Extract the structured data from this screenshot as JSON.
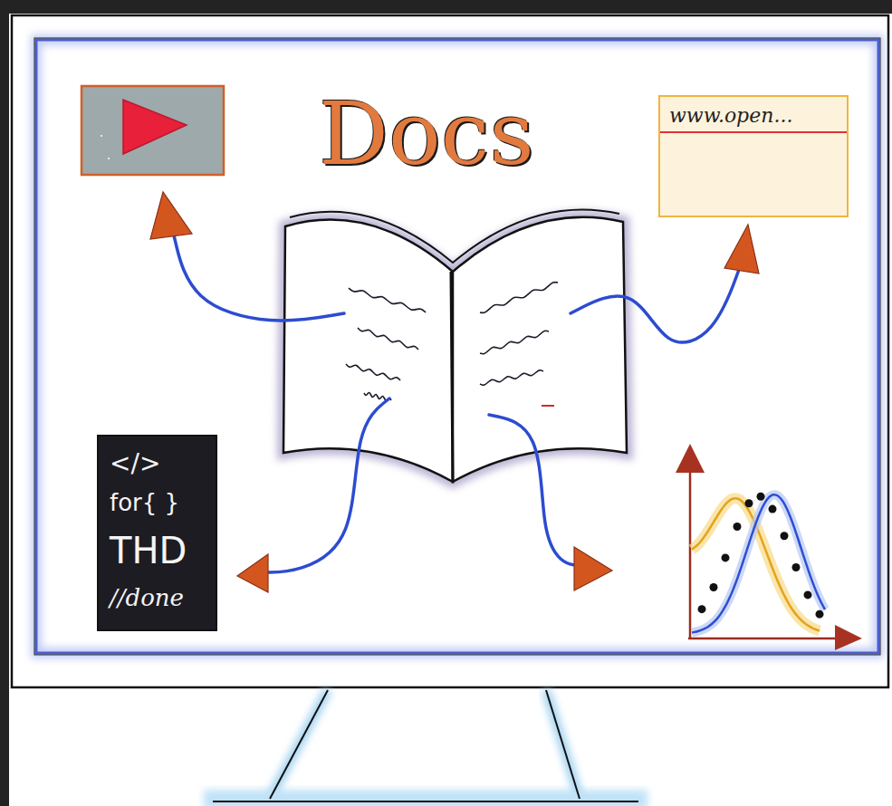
{
  "diagram": {
    "title": "Docs",
    "nodes": [
      {
        "text": [
          "www.open..."
        ]
      },
      {
        "text": [
          "</>",
          "for{ }",
          "THD",
          "//done"
        ]
      }
    ]
  }
}
